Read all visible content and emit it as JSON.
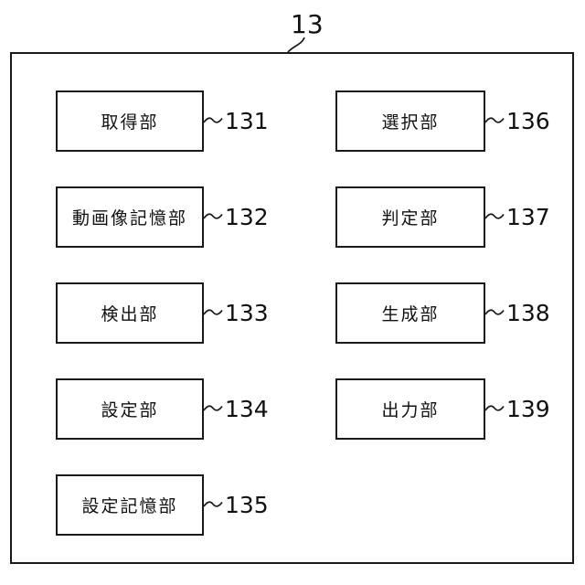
{
  "figure": {
    "outer_label": "13",
    "left_column": [
      {
        "label": "取得部",
        "ref": "131"
      },
      {
        "label": "動画像記憶部",
        "ref": "132"
      },
      {
        "label": "検出部",
        "ref": "133"
      },
      {
        "label": "設定部",
        "ref": "134"
      },
      {
        "label": "設定記憶部",
        "ref": "135"
      }
    ],
    "right_column": [
      {
        "label": "選択部",
        "ref": "136"
      },
      {
        "label": "判定部",
        "ref": "137"
      },
      {
        "label": "生成部",
        "ref": "138"
      },
      {
        "label": "出力部",
        "ref": "139"
      }
    ],
    "colors": {
      "line": "#1a1a1a",
      "background": "#ffffff",
      "text": "#111111"
    }
  }
}
